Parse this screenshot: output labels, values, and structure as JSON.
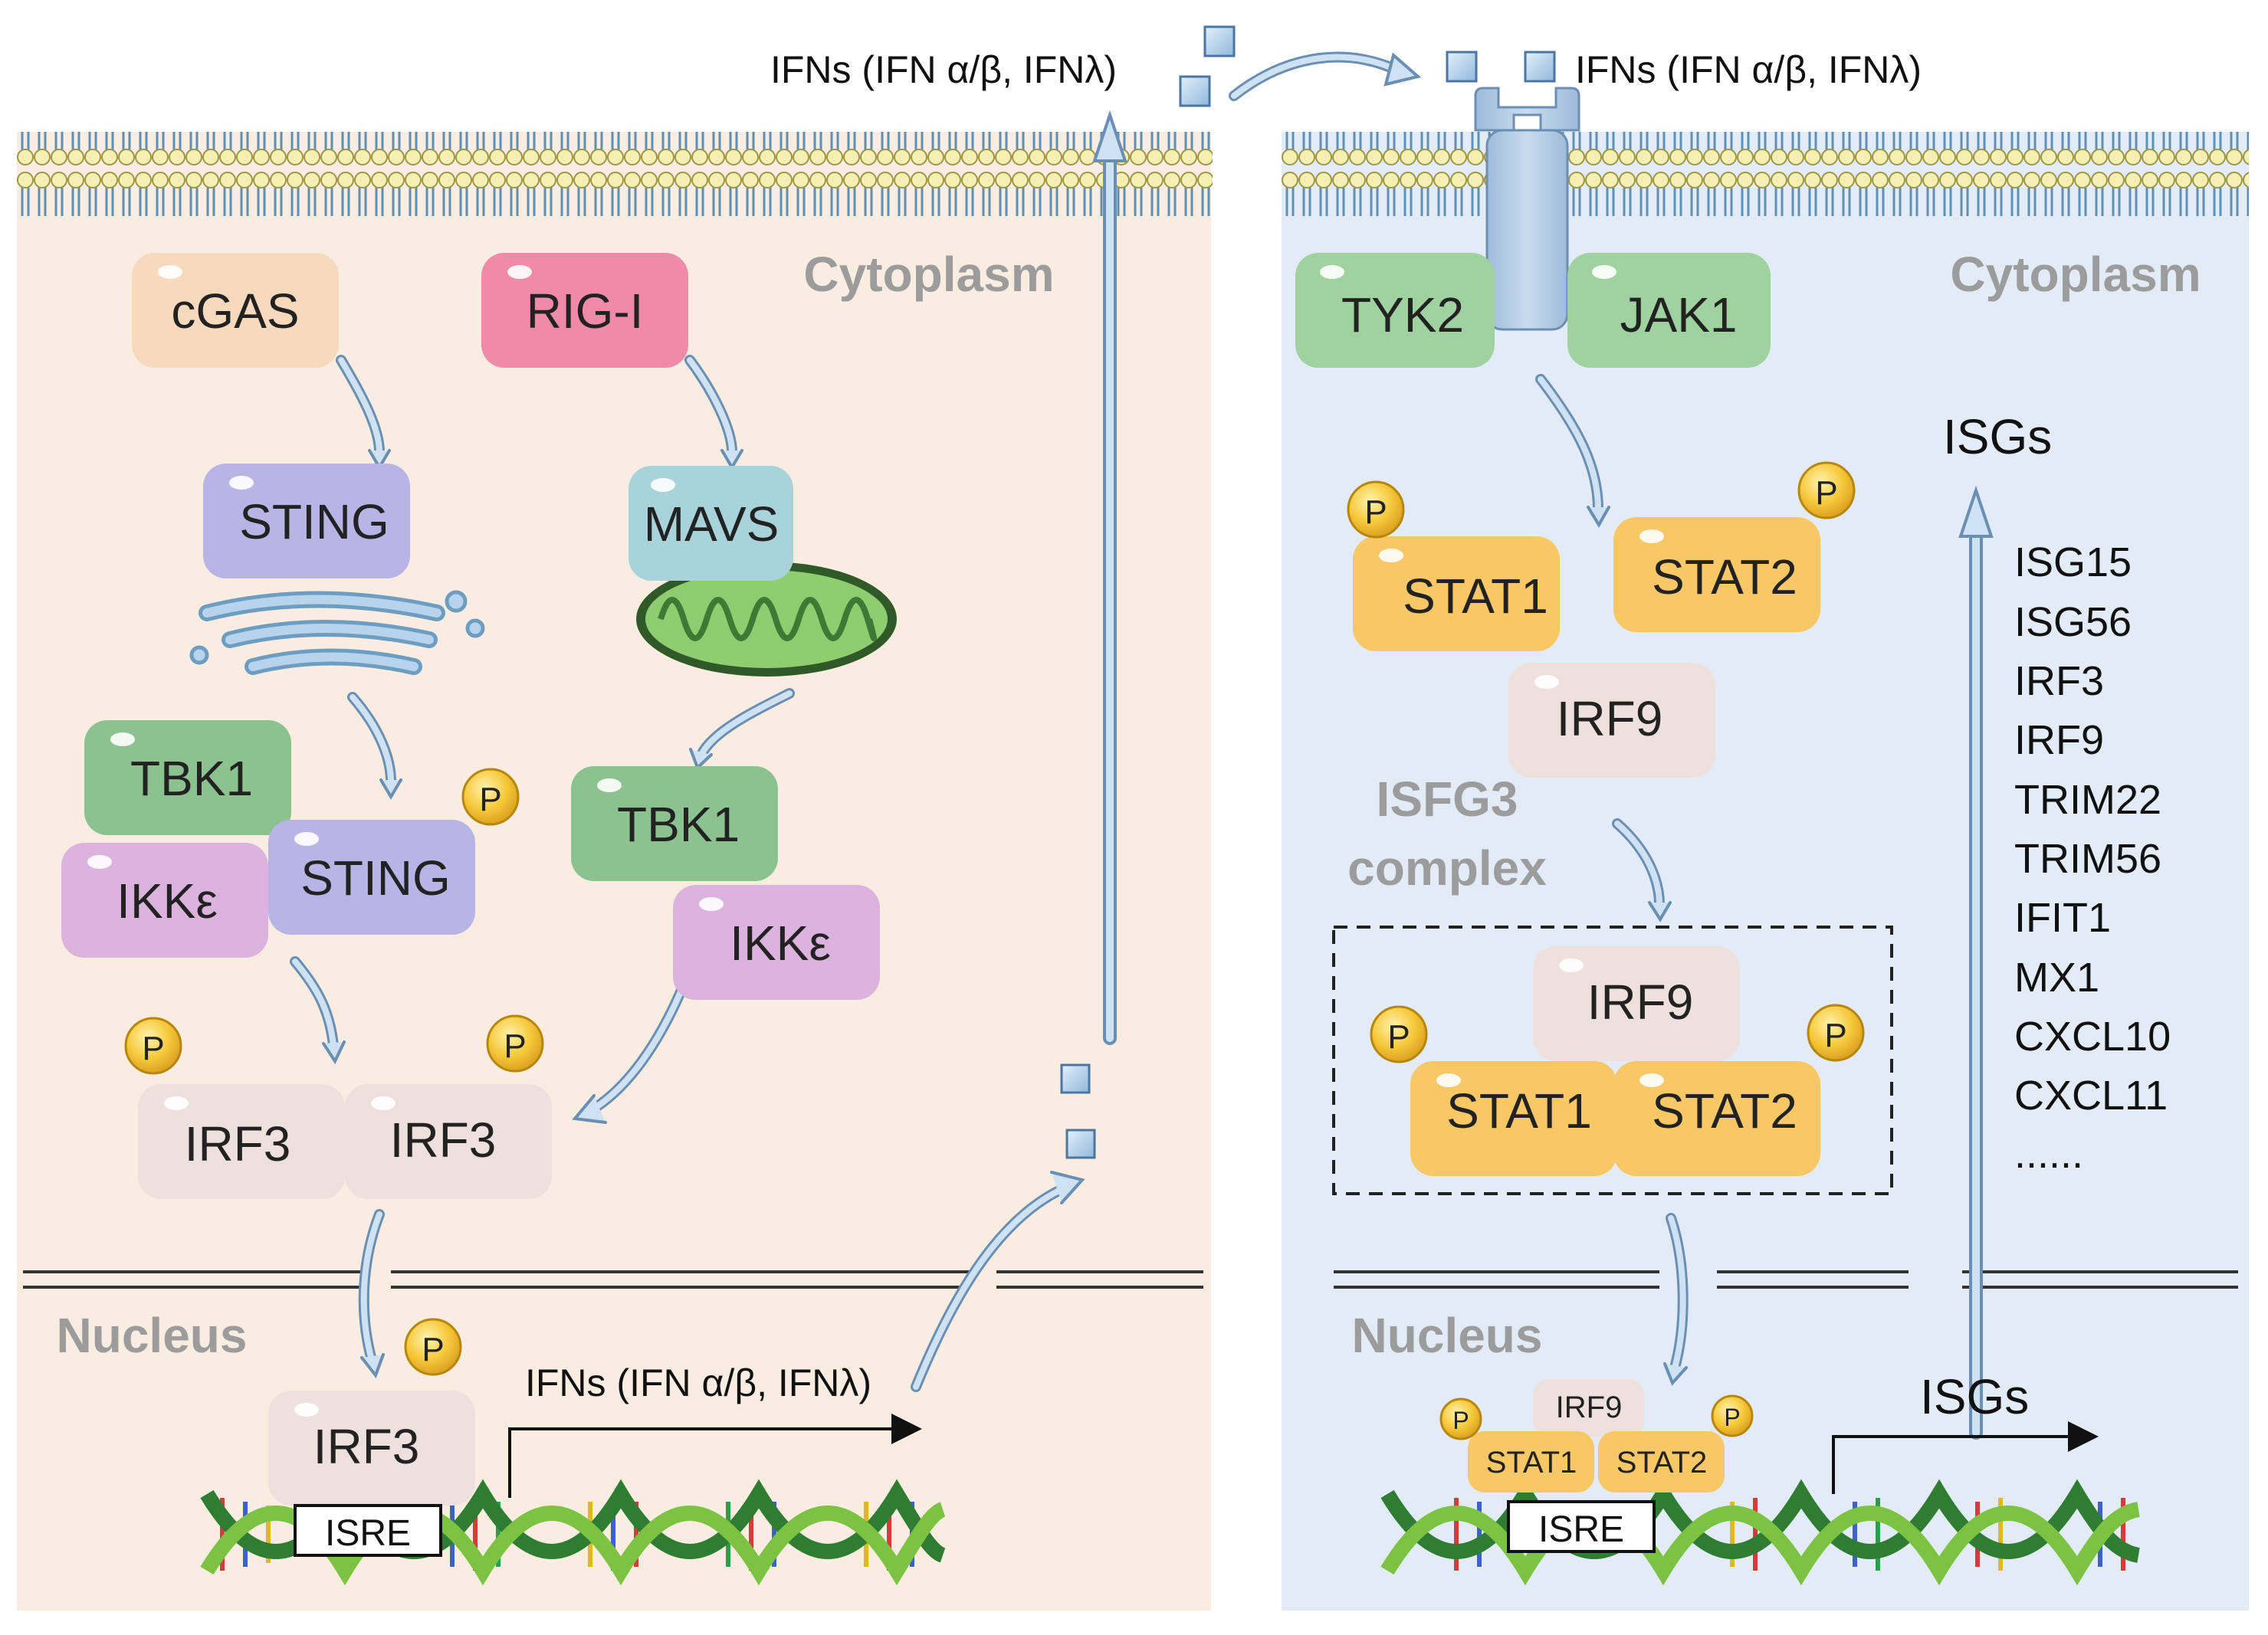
{
  "top_label_left": "IFNs (IFN α/β, IFNλ)",
  "top_label_right": "IFNs (IFN α/β, IFNλ)",
  "left": {
    "cytoplasm_label": "Cytoplasm",
    "nucleus_label": "Nucleus",
    "cgas": "cGAS",
    "rigi": "RIG-I",
    "sting_top": "STING",
    "mavs": "MAVS",
    "tbk1_left": "TBK1",
    "ikke_left": "IKKε",
    "sting_p": "STING",
    "tbk1_right": "TBK1",
    "ikke_right": "IKKε",
    "irf3_a": "IRF3",
    "irf3_b": "IRF3",
    "irf3_nuc": "IRF3",
    "isre": "ISRE",
    "ifns_nuc": "IFNs (IFN α/β, IFNλ)",
    "p": "P"
  },
  "right": {
    "cytoplasm_label": "Cytoplasm",
    "nucleus_label": "Nucleus",
    "tyk2": "TYK2",
    "jak1": "JAK1",
    "stat1": "STAT1",
    "stat2": "STAT2",
    "irf9": "IRF9",
    "isfg3_line1": "ISFG3",
    "isfg3_line2": "complex",
    "cx_irf9": "IRF9",
    "cx_stat1": "STAT1",
    "cx_stat2": "STAT2",
    "nuc_irf9": "IRF9",
    "nuc_stat1": "STAT1",
    "nuc_stat2": "STAT2",
    "isre": "ISRE",
    "isgs_nuc": "ISGs",
    "isgs_top": "ISGs",
    "isg_list": [
      "ISG15",
      "ISG56",
      "IRF3",
      "IRF9",
      "TRIM22",
      "TRIM56",
      "IFIT1",
      "MX1",
      "CXCL10",
      "CXCL11",
      "......"
    ],
    "p": "P"
  },
  "colors": {
    "left_bg": "#f8ede0",
    "right_bg": "#e3ecf6",
    "cgas": "#f7d9bd",
    "rigi": "#ef8aaa",
    "sting": "#b9b4e6",
    "mavs": "#a9d3da",
    "tbk1": "#8cc28f",
    "ikke": "#dcb3df",
    "irf": "#eee0dd",
    "stat": "#f8c766",
    "jak": "#9fd29f",
    "phospho": "#f6c93a",
    "arrow": "#bcd6ec",
    "label_grey": "#9c9c9c"
  }
}
